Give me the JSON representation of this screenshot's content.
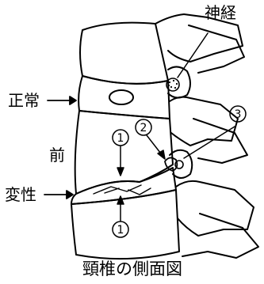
{
  "labels": {
    "nerve": "神経",
    "normal": "正常",
    "front": "前",
    "degenerated": "変性",
    "caption": "頸椎の側面図"
  },
  "markers": {
    "m1_upper": "1",
    "m1_lower": "1",
    "m2": "2",
    "m3": "3"
  },
  "colors": {
    "stroke": "#000000",
    "background": "#ffffff"
  }
}
